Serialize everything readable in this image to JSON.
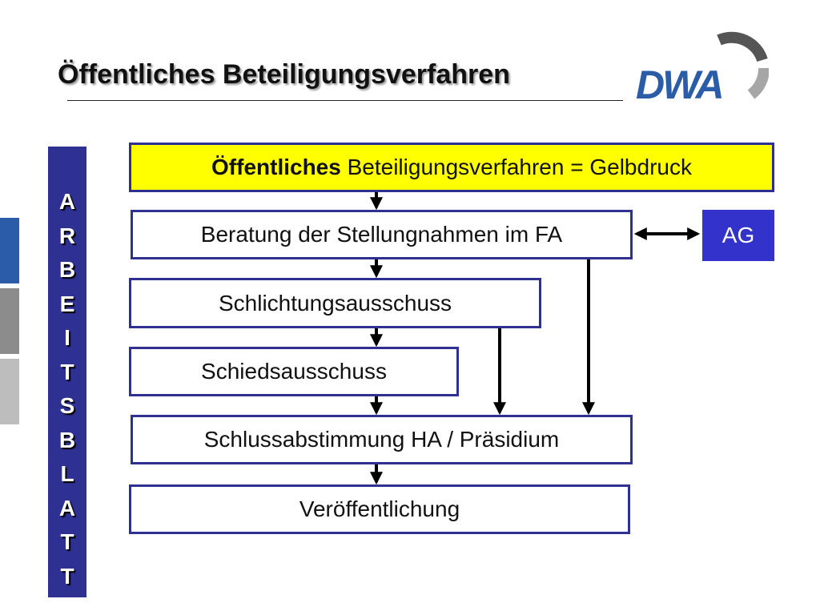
{
  "slide": {
    "title": "Öffentliches Beteiligungsverfahren"
  },
  "logo": {
    "text": "DWA",
    "colors": {
      "letters": "#2b5ca8",
      "ring_dark": "#555555",
      "ring_light": "#a6a6a6"
    }
  },
  "vertical_label": {
    "text": "ARBEITSBLATT",
    "letters": [
      "A",
      "R",
      "B",
      "E",
      "I",
      "T",
      "S",
      "B",
      "L",
      "A",
      "T",
      "T"
    ]
  },
  "flow": {
    "step0": {
      "bold": "Öffentliches",
      "rest": " Beteiligungsverfahren = Gelbdruck"
    },
    "step1": "Beratung der Stellungnahmen im FA",
    "step2": "Schlichtungsausschuss",
    "step3": "Schiedsausschuss",
    "step4": "Schlussabstimmung HA / Präsidium",
    "step5": "Veröffentlichung"
  },
  "side_box": {
    "label": "AG"
  },
  "colors": {
    "box_border": "#2e3192",
    "highlight_fill": "#ffff00",
    "vertical_bar": "#2e3192",
    "ag_fill": "#3333cc",
    "arrow": "#000000",
    "side_tabs": [
      "#2b5ca8",
      "#8c8c8c",
      "#bdbdbd"
    ]
  }
}
